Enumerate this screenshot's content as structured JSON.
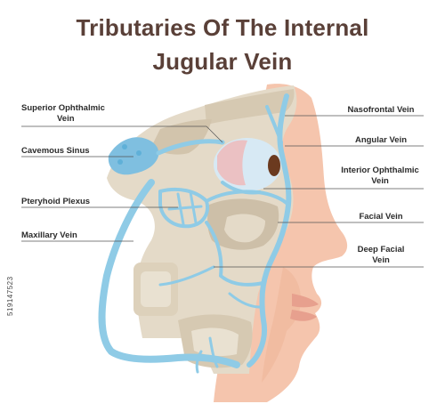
{
  "title": {
    "line1": "Tributaries Of The Internal",
    "line2": "Jugular Vein"
  },
  "labels_left": [
    {
      "line1": "Superior Ophthalmic",
      "line2": "Vein"
    },
    {
      "line1": "Cavemous Sinus",
      "line2": ""
    },
    {
      "line1": "Pteryhoid Plexus",
      "line2": ""
    },
    {
      "line1": "Maxillary Vein",
      "line2": ""
    }
  ],
  "labels_right": [
    {
      "line1": "Nasofrontal Vein",
      "line2": ""
    },
    {
      "line1": "Angular Vein",
      "line2": ""
    },
    {
      "line1": "Interior Ophthalmic",
      "line2": "Vein"
    },
    {
      "line1": "Facial Vein",
      "line2": ""
    },
    {
      "line1": "Deep Facial",
      "line2": "Vein"
    }
  ],
  "watermark": "519147523",
  "colors": {
    "title": "#5a4038",
    "skin": "#f5c5ad",
    "skin_shadow": "#eeb59a",
    "bone": "#e4dac8",
    "bone_dark": "#cdbfa8",
    "vein": "#8fcbe6",
    "vein_dark": "#5fb0d8",
    "eye": "#d7e9f4",
    "iris": "#6b3a1f"
  }
}
